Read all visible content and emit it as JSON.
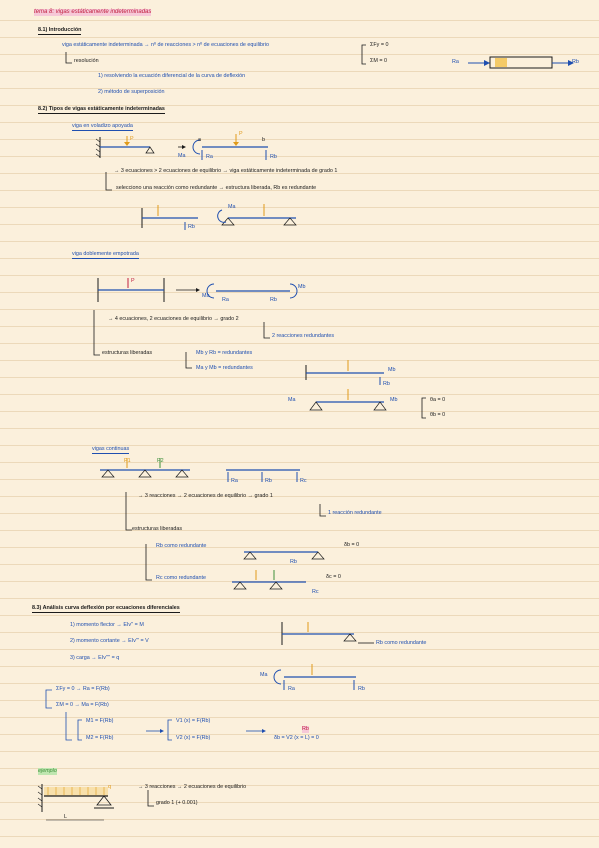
{
  "title": "tema 8: vigas estáticamente indeterminadas",
  "s81": {
    "heading": "8.1) Introducción",
    "line1": "viga estáticamente indeterminada → nº de reacciones > nº de ecuaciones de equilibrio",
    "eq1": "ΣFy = 0",
    "eq2": "ΣM = 0",
    "resolucion": "resolución",
    "m1": "1) resolviendo la ecuación diferencial de la curva de deflexión",
    "m2": "2) método de superposición",
    "bar_left": "Ra",
    "bar_right": "Rb"
  },
  "s82": {
    "heading": "8.2) Tipos de vigas estáticamente indeterminadas",
    "sub1": "viga en voladizo apoyada",
    "pp_line1": "→ 3 ecuaciones > 2 ecuaciones de equilibrio → viga estáticamente indeterminada de grado 1",
    "pp_line2": "selecciono una reacción como redundante → estructura liberada, Rb es redundante",
    "sub2": "viga doblemente empotrada",
    "ee_line1": "→ 4 ecuaciones, 2 ecuaciones de equilibrio → grado 2",
    "ee_line1b": "2 reacciones redundantes",
    "ee_line2": "estructuras liberadas",
    "ee_opt1": "Mb y Rb = redundantes",
    "ee_opt2": "Ma y Mb = redundantes",
    "ee_c1": "θa = 0",
    "ee_c2": "θb = 0",
    "sub3": "vigas continuas",
    "vc_line1": "→ 3 reacciones → 2 ecuaciones de equilibrio → grado 1",
    "vc_line1b": "1 reacción redundante",
    "vc_line2": "estructuras liberadas",
    "vc_opt1": "Rb como redundante",
    "vc_opt2": "Rc como redundante",
    "vc_c1": "δb = 0",
    "vc_c2": "δc = 0"
  },
  "s83": {
    "heading": "8.3) Análisis curva deflexión por ecuaciones diferenciales",
    "l1": "1) momento flector → EIv'' = M",
    "l2": "2) momento cortante → EIv''' = V",
    "l3": "3) carga → EIv'''' = q",
    "rb_note": "Rb como redundante",
    "eqs1": "ΣFy = 0 → Ra = F(Rb)",
    "eqs2": "ΣM = 0 → Ma = F(Rb)",
    "m1": "M1 = F(Rb)",
    "m2": "M2 = F(Rb)",
    "v1": "V1 (x) = F(Rb)",
    "v2": "V2 (x) = F(Rb)",
    "defl": "δb = V2 (x = L) = 0",
    "rb_result": "Rb"
  },
  "ejemplo": {
    "label": "ejemplo",
    "line1": "→ 3 reacciones → 2 ecuaciones de equilibrio",
    "line2": "grado 1 (+ 0.001)"
  },
  "labels": {
    "a": "a",
    "b": "b",
    "P": "P",
    "Ra": "Ra",
    "Rb": "Rb",
    "Rc": "Rc",
    "Ma": "Ma",
    "Mb": "Mb",
    "P1": "P1",
    "P2": "P2",
    "q": "q",
    "L": "L"
  },
  "colors": {
    "background": "#fbf0dc",
    "ink": "#1b1b1b",
    "blue": "#1f4fb0",
    "orange": "#e09a1a",
    "red": "#c02040",
    "green": "#3f8f3a",
    "highlight_pink": "#f6c9d8",
    "highlight_green": "#bfe6b0"
  }
}
